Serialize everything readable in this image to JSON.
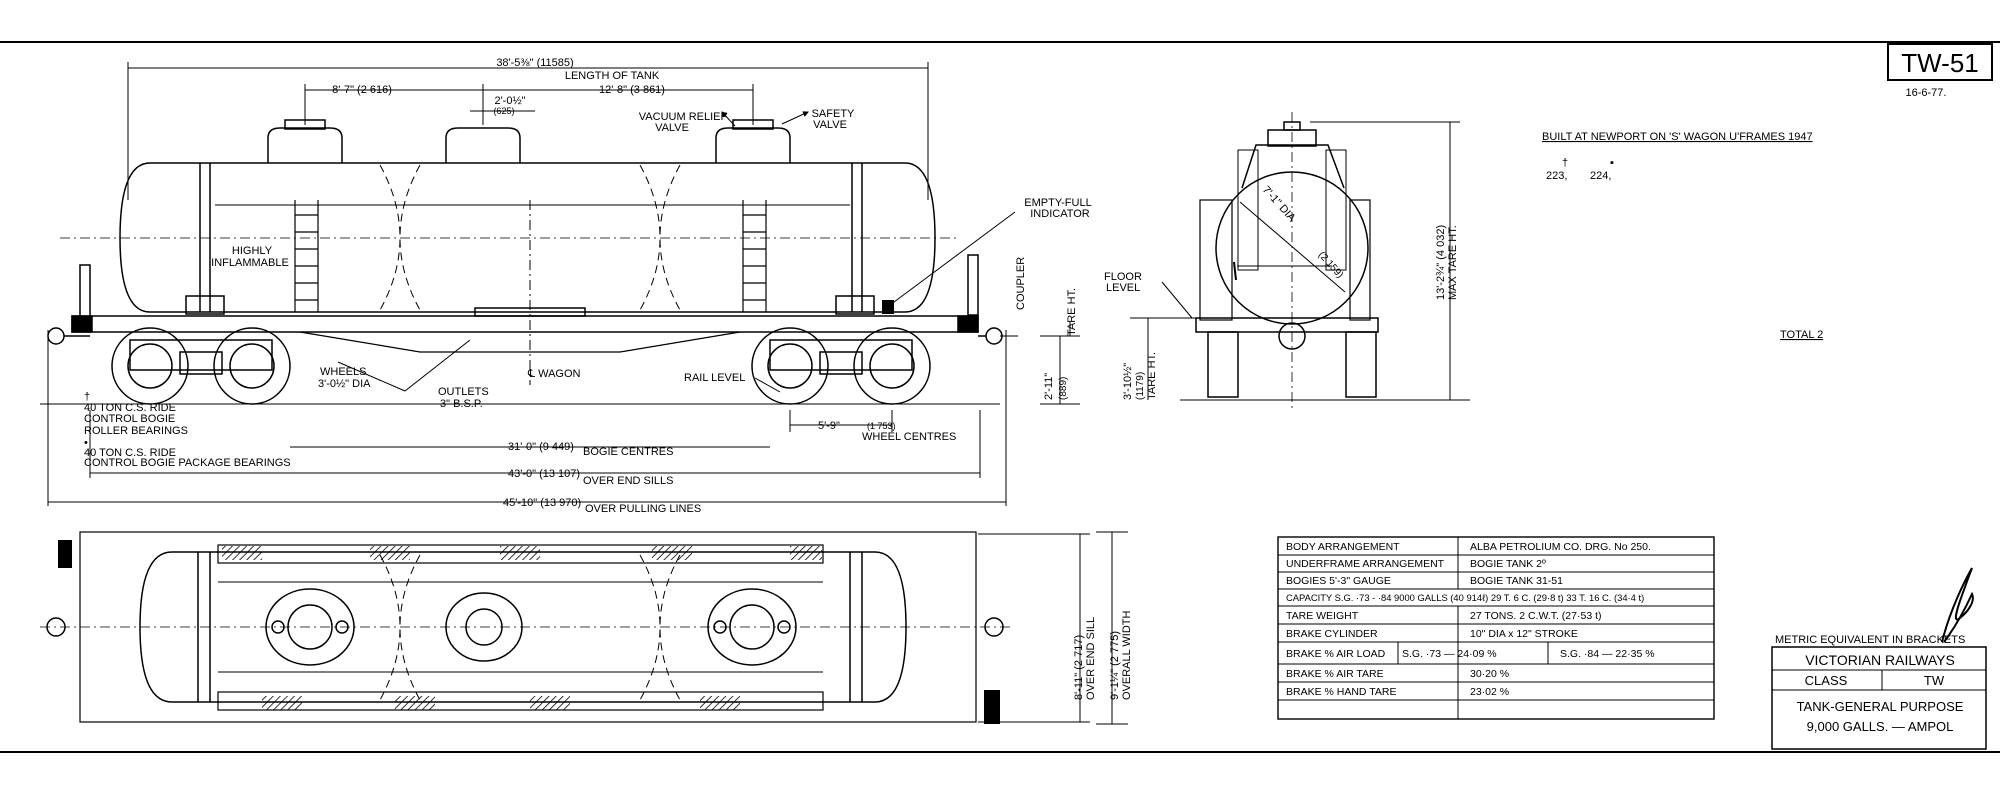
{
  "drawing_number": "TW-51",
  "drawing_date": "16-6-77.",
  "side_view": {
    "dims": {
      "tank_length": "38'-5⅜\" (11585)",
      "tank_length_label": "LENGTH OF TANK",
      "dome_left": "8'-7\" (2 616)",
      "dome_right": "12'-8\" (3 861)",
      "dome_width": "2'-0½\"",
      "dome_width_metric": "(625)",
      "bogie_centres": "31'-0\" (9 449)",
      "bogie_centres_label": "BOGIE CENTRES",
      "end_sills": "43'-0\" (13 107)",
      "end_sills_label": "OVER END SILLS",
      "pulling_lines": "45'-10\" (13 970)",
      "pulling_lines_label": "OVER PULLING LINES",
      "wheel_centres": "5'-9\"",
      "wheel_centres_metric": "(1 753)",
      "wheel_centres_label": "WHEEL CENTRES",
      "coupler_height": "2'-11\"",
      "coupler_height_metric": "(889)",
      "tare_ht": "TARE HT."
    },
    "labels": {
      "vacuum_relief": "VACUUM RELIEF",
      "vacuum_relief_2": "VALVE",
      "safety": "SAFETY",
      "safety_2": "VALVE",
      "indicator": "EMPTY-FULL",
      "indicator_2": "INDICATOR",
      "hazard": "HIGHLY",
      "hazard_2": "INFLAMMABLE",
      "coupler": "COUPLER",
      "wheels": "WHEELS",
      "wheels_2": "3'-0½\" DIA",
      "outlets": "OUTLETS",
      "outlets_2": "3\" B.S.P.",
      "wagon_cl": "℄ WAGON",
      "rail_level": "RAIL LEVEL"
    },
    "notes": [
      "†",
      "40 TON C.S. RIDE",
      "CONTROL BOGIE",
      "ROLLER BEARINGS",
      "•",
      "40 TON C.S. RIDE",
      "CONTROL BOGIE PACKAGE BEARINGS"
    ]
  },
  "end_view": {
    "tank_dia": "7'-1\" DIA",
    "tank_dia_metric": "(2 159)",
    "floor_level": "FLOOR",
    "floor_level_2": "LEVEL",
    "floor_height": "3'-10½\"",
    "floor_height_metric": "(1179)",
    "floor_height_label": "TARE HT.",
    "max_height": "13'-2¾\" (4 032)",
    "max_height_label": "MAX TARE HT."
  },
  "plan_view": {
    "end_sill_width": "8'-11\" (2 717)",
    "end_sill_label": "OVER END SILL",
    "overall_width": "9'-1¼\" (2 775)",
    "overall_width_label": "OVERALL WIDTH"
  },
  "build_info": {
    "built": "BUILT AT NEWPORT ON 'S' WAGON U'FRAMES 1947",
    "sym_a": "†",
    "sym_b": "▪",
    "num_a": "223,",
    "num_b": "224,",
    "total": "TOTAL 2"
  },
  "spec_table": [
    [
      "BODY ARRANGEMENT",
      "ALBA PETROLIUM CO. DRG. No 250."
    ],
    [
      "UNDERFRAME ARRANGEMENT",
      "BOGIE TANK 2º"
    ],
    [
      "BOGIES 5'-3\" GAUGE",
      "BOGIE TANK 31-51"
    ],
    [
      "CAPACITY S.G. ·73 - ·84  9000 GALLS (40 914ℓ) 29 T. 6 C. (29·8 t) 33 T. 16 C. (34·4 t)",
      ""
    ],
    [
      "TARE WEIGHT",
      "27 TONS. 2 C.W.T.  (27·53 t)"
    ],
    [
      "BRAKE CYLINDER",
      "10\" DIA x 12\" STROKE"
    ],
    [
      "BRAKE % AIR LOAD",
      "S.G. ·73 — 24·09 %",
      "S.G. ·84 — 22·35 %"
    ],
    [
      "BRAKE % AIR TARE",
      "30·20 %"
    ],
    [
      "BRAKE % HAND TARE",
      "23·02 %"
    ],
    [
      "",
      ""
    ]
  ],
  "title_block": {
    "metric_note": "METRIC EQUIVALENT IN BRACKETS",
    "railway": "VICTORIAN RAILWAYS",
    "class_label": "CLASS",
    "class_value": "TW",
    "desc_1": "TANK-GENERAL PURPOSE",
    "desc_2": "9,000 GALLS. — AMPOL"
  }
}
